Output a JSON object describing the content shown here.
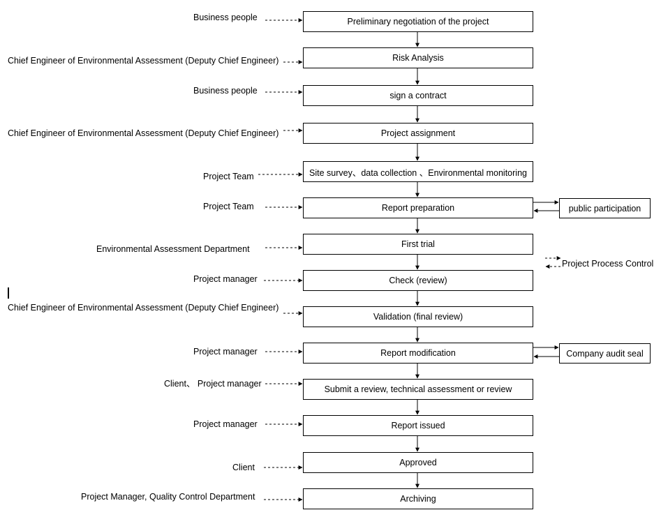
{
  "steps": [
    {
      "label": "Preliminary negotiation of the project",
      "actor": "Business people"
    },
    {
      "label": "Risk Analysis",
      "actor": "Chief Engineer of Environmental Assessment (Deputy Chief Engineer)"
    },
    {
      "label": "sign a contract",
      "actor": "Business people"
    },
    {
      "label": "Project assignment",
      "actor": "Chief Engineer of Environmental Assessment (Deputy Chief Engineer)"
    },
    {
      "label": "Site survey、data collection 、Environmental monitoring",
      "actor": "Project Team"
    },
    {
      "label": "Report preparation",
      "actor": "Project Team"
    },
    {
      "label": "First trial",
      "actor": "Environmental Assessment Department"
    },
    {
      "label": "Check (review)",
      "actor": "Project manager"
    },
    {
      "label": "Validation (final review)",
      "actor": "Chief Engineer of Environmental Assessment (Deputy Chief Engineer)"
    },
    {
      "label": "Report modification",
      "actor": "Project manager"
    },
    {
      "label": "Submit a review, technical assessment or review",
      "actor": "Client、 Project manager"
    },
    {
      "label": "Report issued",
      "actor": "Project manager"
    },
    {
      "label": "Approved",
      "actor": "Client"
    },
    {
      "label": "Archiving",
      "actor": "Project Manager, Quality Control Department"
    }
  ],
  "side_boxes": [
    {
      "label": "public participation",
      "attached_to_step": 5
    },
    {
      "label": "Company audit seal",
      "attached_to_step": 9
    }
  ],
  "legend": {
    "label": "Project Process Control"
  }
}
